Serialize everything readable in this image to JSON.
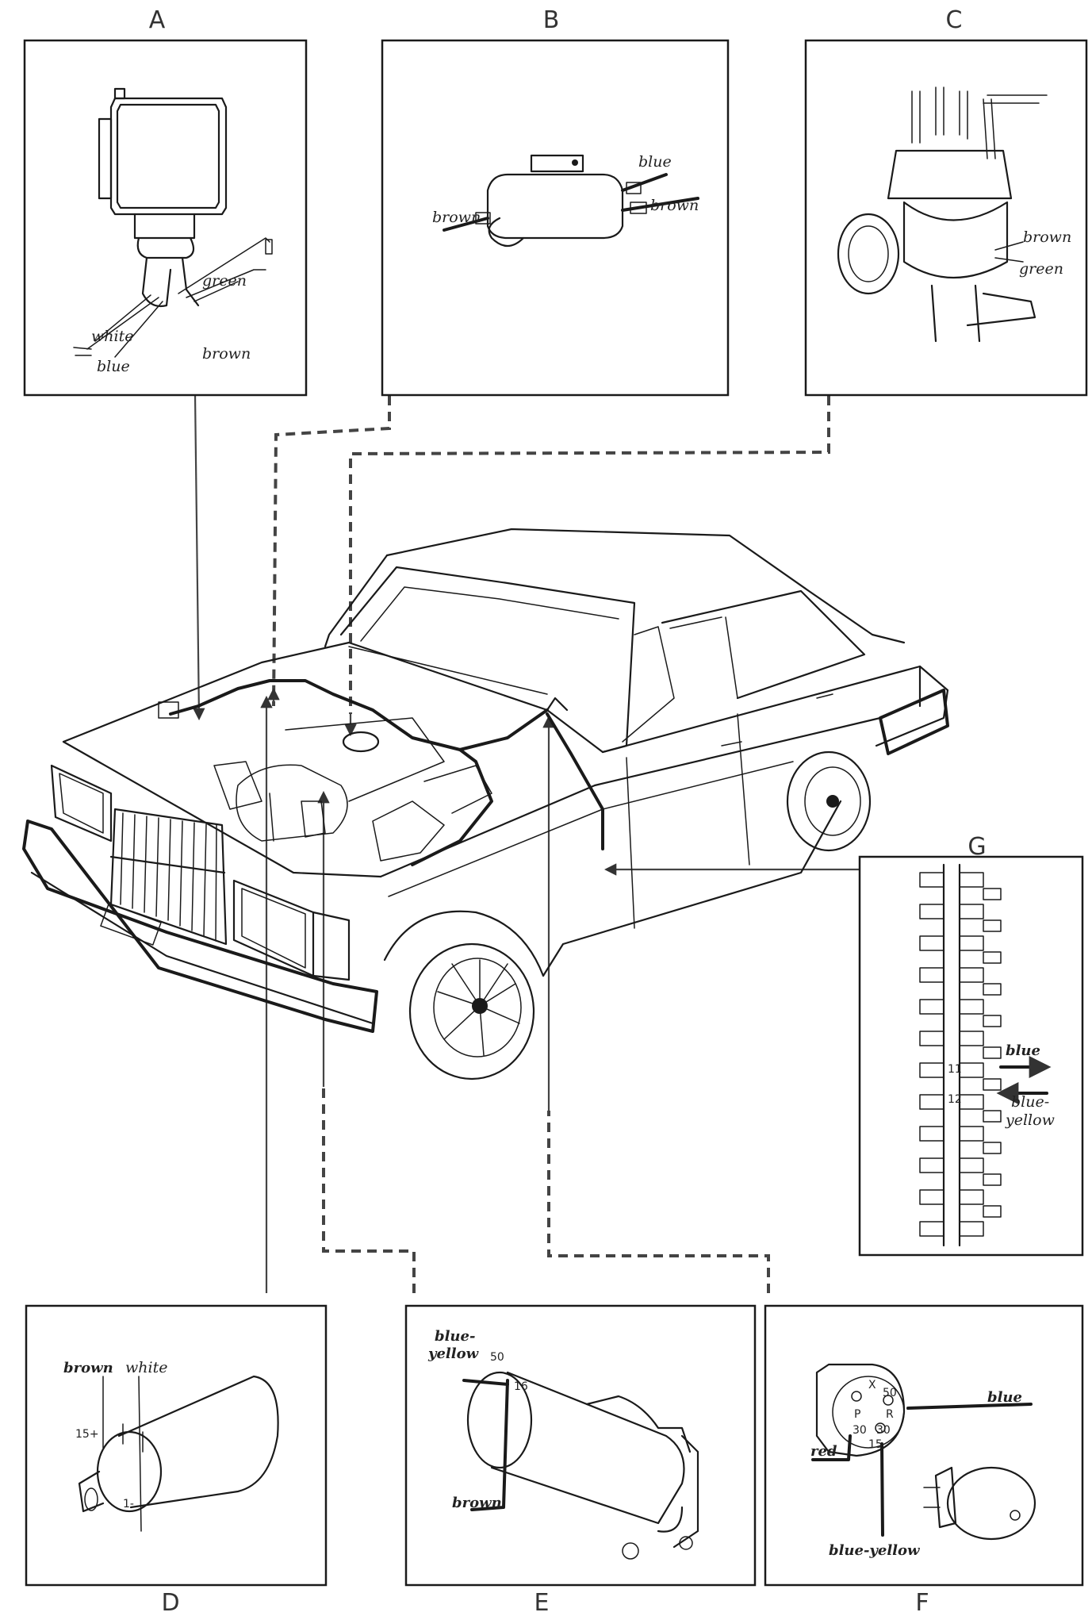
{
  "panels": {
    "A": {
      "letter": "A",
      "labels": [
        "green",
        "white",
        "blue",
        "brown"
      ]
    },
    "B": {
      "letter": "B",
      "labels": [
        "blue",
        "brown",
        "brown"
      ]
    },
    "C": {
      "letter": "C",
      "labels": [
        "brown",
        "green"
      ]
    },
    "D": {
      "letter": "D",
      "labels": [
        "brown",
        "white"
      ],
      "terminals": [
        "15+",
        "1-"
      ]
    },
    "E": {
      "letter": "E",
      "labels": [
        "blue-",
        "yellow",
        "brown"
      ],
      "terminals": [
        "50",
        "16"
      ]
    },
    "F": {
      "letter": "F",
      "labels": [
        "blue",
        "red",
        "blue-yellow"
      ],
      "terminals": [
        "X",
        "50",
        "P",
        "R",
        "30",
        "30",
        "15"
      ]
    },
    "G": {
      "letter": "G",
      "labels": [
        "blue",
        "blue-",
        "yellow"
      ],
      "terminals": [
        "11",
        "12"
      ]
    }
  },
  "colors": {
    "ink": "#1a1a1a",
    "leader": "#444444",
    "paper": "#ffffff"
  }
}
